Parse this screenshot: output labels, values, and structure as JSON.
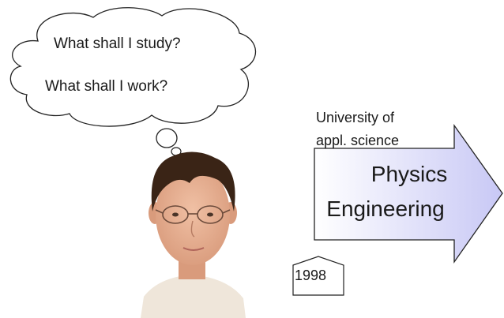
{
  "thought_bubble": {
    "line_1": "What shall I study?",
    "line_2": "What shall I work?"
  },
  "institution": {
    "line_1": "University of",
    "line_2": "appl. science"
  },
  "arrow": {
    "line_1": "Physics",
    "line_2": "Engineering",
    "gradient_start": "#ffffff",
    "gradient_end": "#c8c8f5"
  },
  "timeline_marker": {
    "year": "1998"
  },
  "person": {
    "hair_color": "#3a2416",
    "skin_color": "#e8b497",
    "shirt_color": "#efe6da"
  }
}
